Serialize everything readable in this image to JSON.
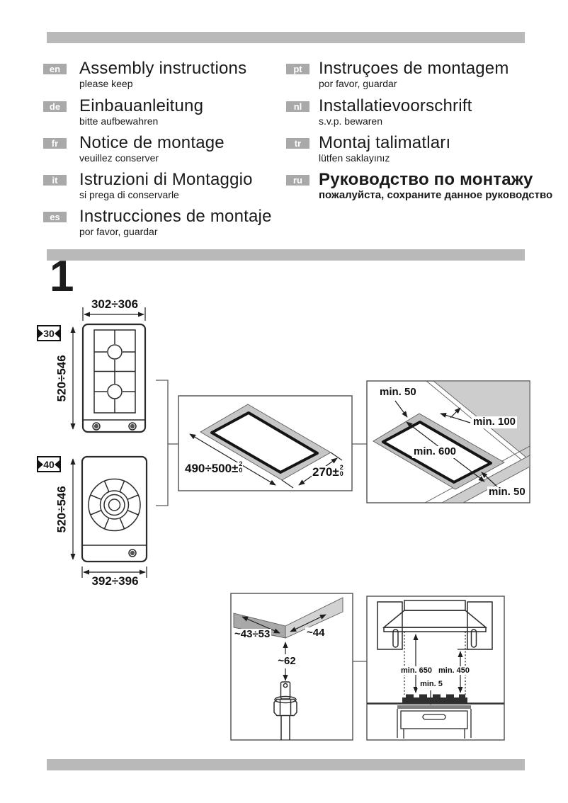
{
  "colors": {
    "divider_bar": "#b9b9b9",
    "language_badge": "#a9a9a9",
    "line": "#1e1e1e",
    "shading": "#c6c6c6",
    "wall": "#cdcdcd"
  },
  "step": {
    "number": "1"
  },
  "languages": [
    {
      "code": "en",
      "title": "Assembly instructions",
      "subtitle": "please keep"
    },
    {
      "code": "de",
      "title": "Einbauanleitung",
      "subtitle": "bitte aufbewahren"
    },
    {
      "code": "fr",
      "title": "Notice de montage",
      "subtitle": "veuillez conserver"
    },
    {
      "code": "it",
      "title": "Istruzioni di Montaggio",
      "subtitle": "si prega di conservarle"
    },
    {
      "code": "es",
      "title": "Instrucciones de montaje",
      "subtitle": "por favor, guardar"
    },
    {
      "code": "pt",
      "title": "Instruçoes de montagem",
      "subtitle": "por favor, guardar"
    },
    {
      "code": "nl",
      "title": "Installatievoorschrift",
      "subtitle": "s.v.p. bewaren"
    },
    {
      "code": "tr",
      "title": "Montaj talimatları",
      "subtitle": "lütfen saklayınız"
    },
    {
      "code": "ru",
      "title": "Руководство по монтажу",
      "subtitle": "пожалуйста, сохраните данное руководство"
    }
  ],
  "diagram": {
    "hob_two_burner": {
      "badge": "30",
      "width": "302÷306",
      "height": "520÷546"
    },
    "hob_wok": {
      "badge": "40",
      "width": "392÷396",
      "height": "520÷546"
    },
    "cutout": {
      "length": "490÷500±",
      "length_tol_plus": "2",
      "length_tol_minus": "0",
      "width": "270±",
      "width_tol_plus": "2",
      "width_tol_minus": "0"
    },
    "clearance": {
      "side": "min. 50",
      "rear": "min. 100",
      "depth": "min. 600",
      "front": "min. 50"
    },
    "gas": {
      "offset_left": "~43÷53",
      "offset_right": "~44",
      "depth": "~62"
    },
    "hood": {
      "above_hob": "min. 650",
      "cabinet_clearance": "min. 450",
      "drawer_clearance": "min. 5"
    }
  }
}
